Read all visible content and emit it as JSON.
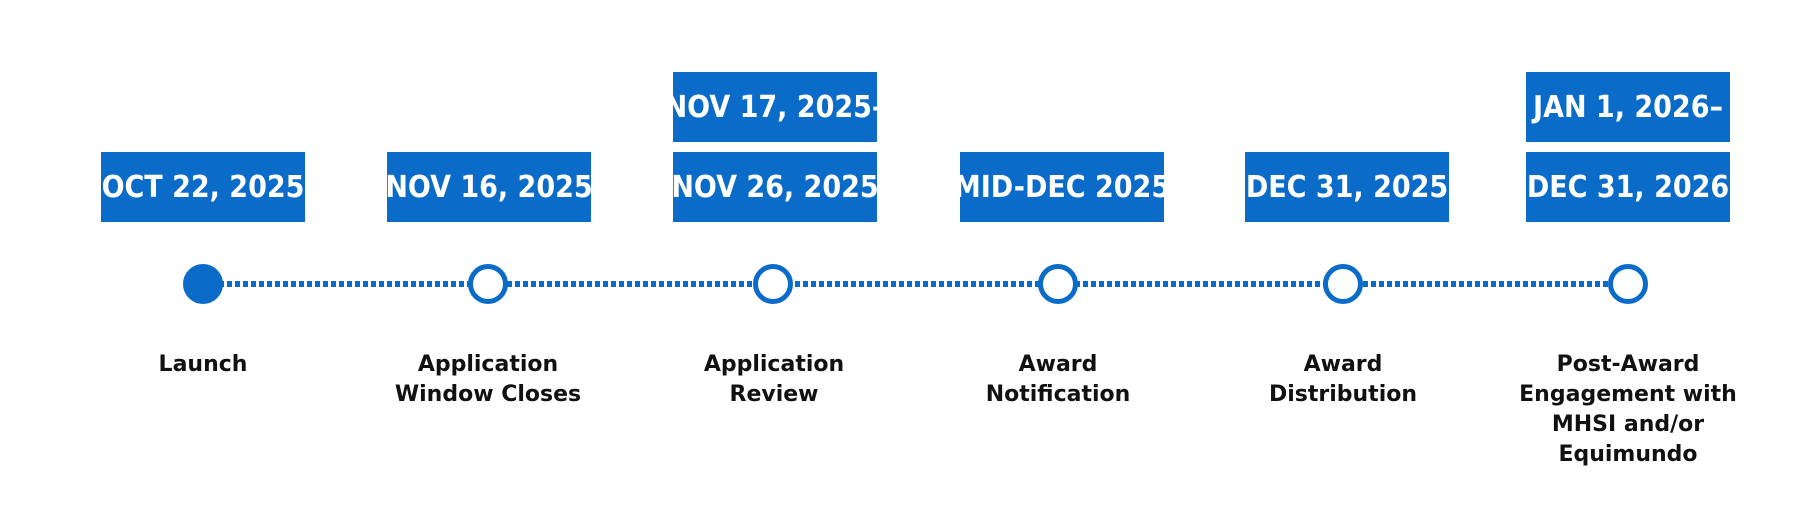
{
  "colors": {
    "accent": "#0a6bc8",
    "text": "#111111",
    "background": "#ffffff"
  },
  "milestones": [
    {
      "date_lines": [
        "OCT 22, 2025"
      ],
      "label_lines": [
        "Launch"
      ],
      "node": "filled"
    },
    {
      "date_lines": [
        "NOV 16, 2025"
      ],
      "label_lines": [
        "Application",
        "Window Closes"
      ],
      "node": "open"
    },
    {
      "date_lines": [
        "NOV 17, 2025–",
        "NOV 26, 2025"
      ],
      "label_lines": [
        "Application",
        "Review"
      ],
      "node": "open"
    },
    {
      "date_lines": [
        "MID-DEC 2025"
      ],
      "label_lines": [
        "Award",
        "Notification"
      ],
      "node": "open"
    },
    {
      "date_lines": [
        "DEC 31, 2025"
      ],
      "label_lines": [
        "Award",
        "Distribution"
      ],
      "node": "open"
    },
    {
      "date_lines": [
        "JAN 1, 2026–",
        "DEC 31, 2026"
      ],
      "label_lines": [
        "Post-Award",
        "Engagement with",
        "MHSI and/or",
        "Equimundo"
      ],
      "node": "open"
    }
  ]
}
